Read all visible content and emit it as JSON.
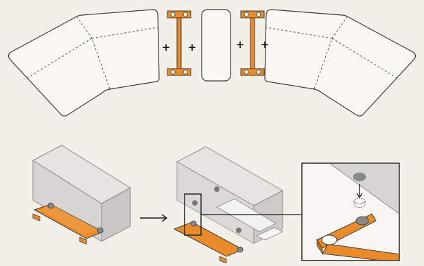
{
  "diagram": {
    "background": "#f3efe9",
    "colors": {
      "bracket_orange": "#e98b2a",
      "outline": "#3b3b3b",
      "box_fill": "#d7d5d2",
      "box_top": "#e6e4e1",
      "box_side": "#c9c7c4",
      "dowel": "#8a8a8a"
    },
    "top_row": {
      "description_icons": [
        "left-corner-module",
        "connector-bracket",
        "middle-module",
        "connector-bracket",
        "right-corner-module"
      ],
      "plus_signs": [
        "+",
        "+",
        "+",
        "+"
      ]
    },
    "bottom_row": {
      "steps": [
        "block-with-bracket",
        "arrow-right-icon",
        "block-with-magnet-highlight",
        "zoom-detail"
      ]
    }
  }
}
